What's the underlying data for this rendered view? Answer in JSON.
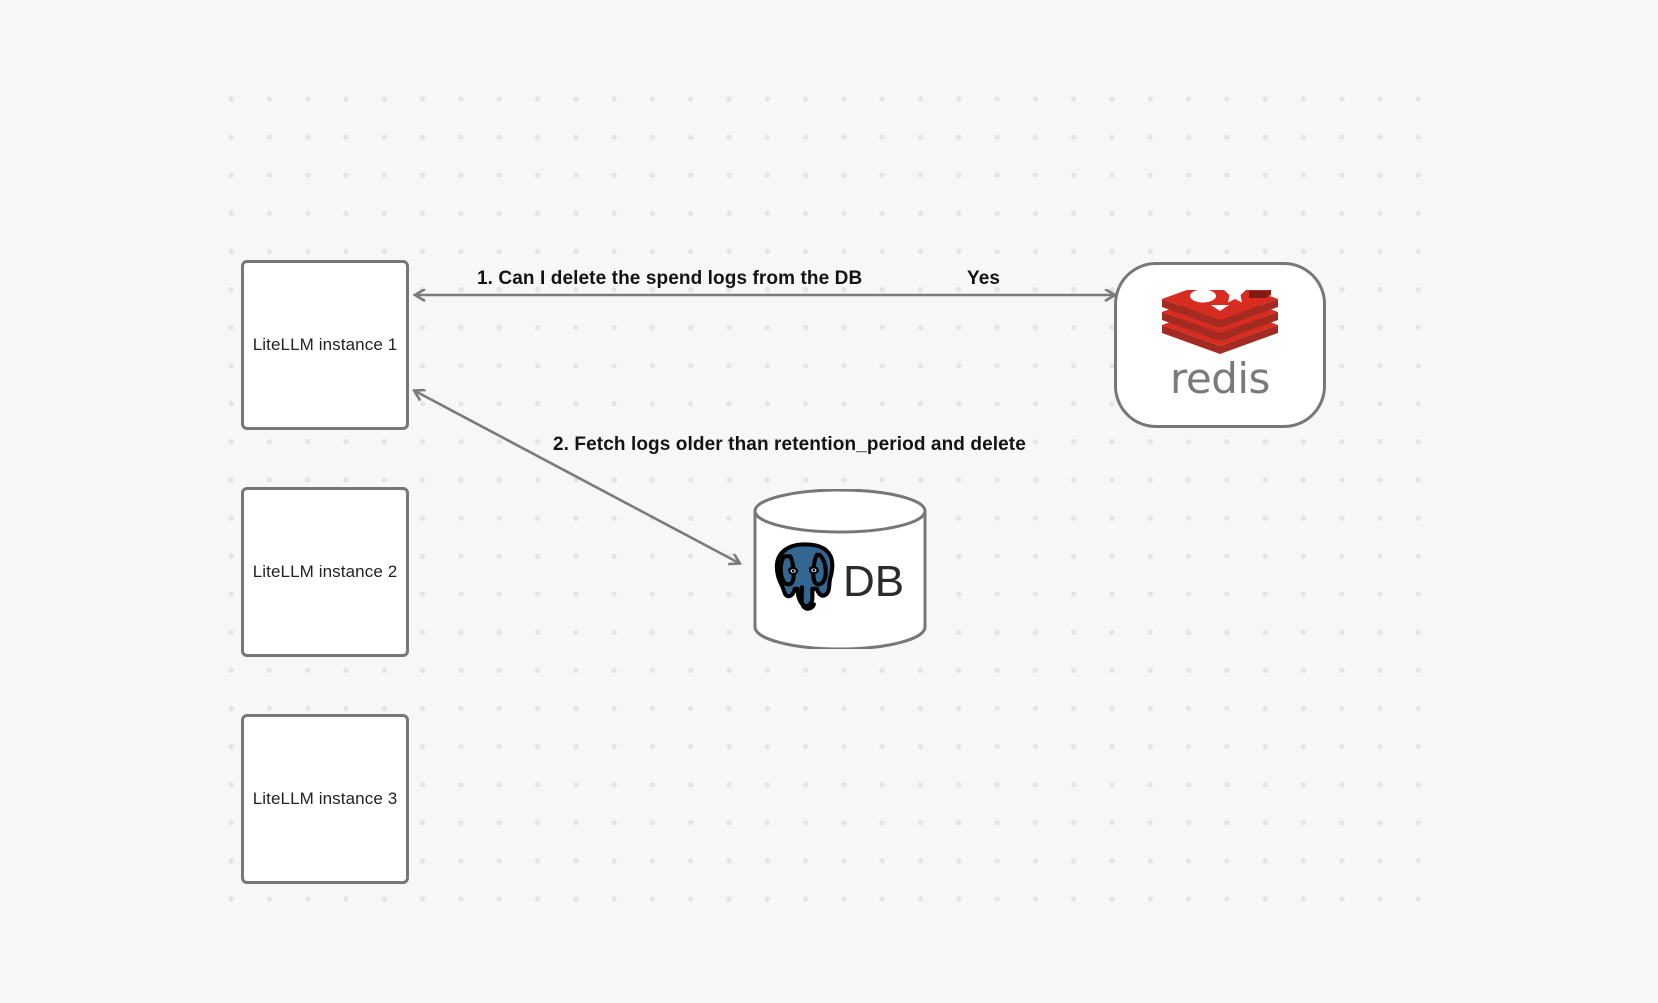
{
  "canvas": {
    "background_color": "#f7f7f7",
    "grid": "dot-grid",
    "dot_color": "#e4e5e7"
  },
  "nodes": [
    {
      "id": "litellm-1",
      "label": "LiteLLM instance 1",
      "type": "box"
    },
    {
      "id": "litellm-2",
      "label": "LiteLLM instance 2",
      "type": "box"
    },
    {
      "id": "litellm-3",
      "label": "LiteLLM instance 3",
      "type": "box"
    },
    {
      "id": "redis",
      "label": "redis",
      "type": "rounded-node",
      "logo": "redis-logo-icon",
      "color": "#d82c20"
    },
    {
      "id": "database",
      "label": "DB",
      "type": "cylinder",
      "logo": "postgresql-elephant-icon",
      "color": "#336791"
    }
  ],
  "edges": [
    {
      "id": "edge-1",
      "from": "litellm-1",
      "to": "redis",
      "label": "1.  Can I delete the spend logs from the DB",
      "reply_label": "Yes",
      "arrows": "both"
    },
    {
      "id": "edge-2",
      "from": "litellm-1",
      "to": "database",
      "label": "2.  Fetch logs older than retention_period and delete",
      "arrows": "both"
    }
  ],
  "stroke": {
    "node_border": "#777777",
    "edge_line": "#7b7b7b",
    "text": "#131313"
  }
}
